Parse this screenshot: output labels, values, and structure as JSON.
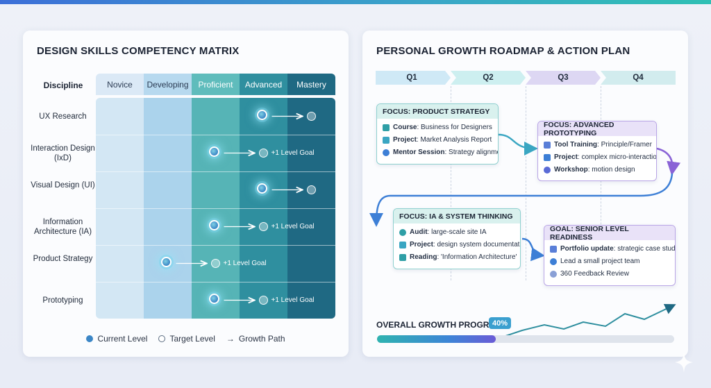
{
  "colors": {
    "novice": "#d3e7f4",
    "developing": "#abd3ec",
    "proficient": "#56b4b6",
    "advanced": "#2f8f9f",
    "mastery": "#1f6983",
    "accent": "#3b86c6"
  },
  "matrix": {
    "title": "DESIGN SKILLS COMPETENCY MATRIX",
    "discipline_header": "Discipline",
    "levels": [
      "Novice",
      "Developing",
      "Proficient",
      "Advanced",
      "Mastery"
    ],
    "rows": [
      {
        "label": "UX Research",
        "current": 3,
        "target": 4,
        "goal_label": ""
      },
      {
        "label": "Interaction Design (IxD)",
        "current": 2,
        "target": 3,
        "goal_label": "+1 Level Goal"
      },
      {
        "label": "Visual Design (UI)",
        "current": 3,
        "target": 4,
        "goal_label": ""
      },
      {
        "label": "Information Architecture (IA)",
        "current": 2,
        "target": 3,
        "goal_label": "+1 Level Goal"
      },
      {
        "label": "Product Strategy",
        "current": 1,
        "target": 2,
        "goal_label": "+1 Level Goal"
      },
      {
        "label": "Prototyping",
        "current": 2,
        "target": 3,
        "goal_label": "+1 Level Goal"
      }
    ],
    "legend": {
      "current": "Current Level",
      "target": "Target Level",
      "growth": "Growth Path"
    }
  },
  "roadmap": {
    "title": "PERSONAL GROWTH ROADMAP & ACTION PLAN",
    "quarters": [
      "Q1",
      "Q2",
      "Q3",
      "Q4"
    ],
    "cards": [
      {
        "title": "FOCUS: PRODUCT STRATEGY",
        "items": [
          {
            "icon": "book-icon",
            "bold": "Course",
            "text": ": Business for Designers"
          },
          {
            "icon": "cube-icon",
            "bold": "Project",
            "text": ": Market Analysis Report"
          },
          {
            "icon": "person-icon",
            "bold": "Mentor Session",
            "text": ": Strategy alignment"
          }
        ]
      },
      {
        "title": "FOCUS: ADVANCED PROTOTYPING",
        "items": [
          {
            "icon": "tool-icon",
            "bold": "Tool Training",
            "text": ": Principle/Framer"
          },
          {
            "icon": "cube-icon",
            "bold": "Project",
            "text": ": complex micro-interactions"
          },
          {
            "icon": "people-icon",
            "bold": "Workshop",
            "text": ": motion design"
          }
        ]
      },
      {
        "title": "FOCUS: IA & SYSTEM THINKING",
        "items": [
          {
            "icon": "search-icon",
            "bold": "Audit",
            "text": ": large-scale site IA"
          },
          {
            "icon": "cube-icon",
            "bold": "Project",
            "text": ": design system documentation"
          },
          {
            "icon": "book-icon",
            "bold": "Reading",
            "text": ": 'Information Architecture'"
          }
        ]
      },
      {
        "title": "GOAL: SENIOR LEVEL READINESS",
        "items": [
          {
            "icon": "chart-icon",
            "bold": "Portfolio update",
            "text": ": strategic case studies"
          },
          {
            "icon": "circle-icon",
            "bold": "",
            "text": "Lead a small project team"
          },
          {
            "icon": "people-icon",
            "bold": "",
            "text": "360 Feedback Review"
          }
        ]
      }
    ],
    "progress": {
      "label": "OVERALL GROWTH PROGRESS",
      "percent": 40,
      "badge": "40%"
    }
  }
}
